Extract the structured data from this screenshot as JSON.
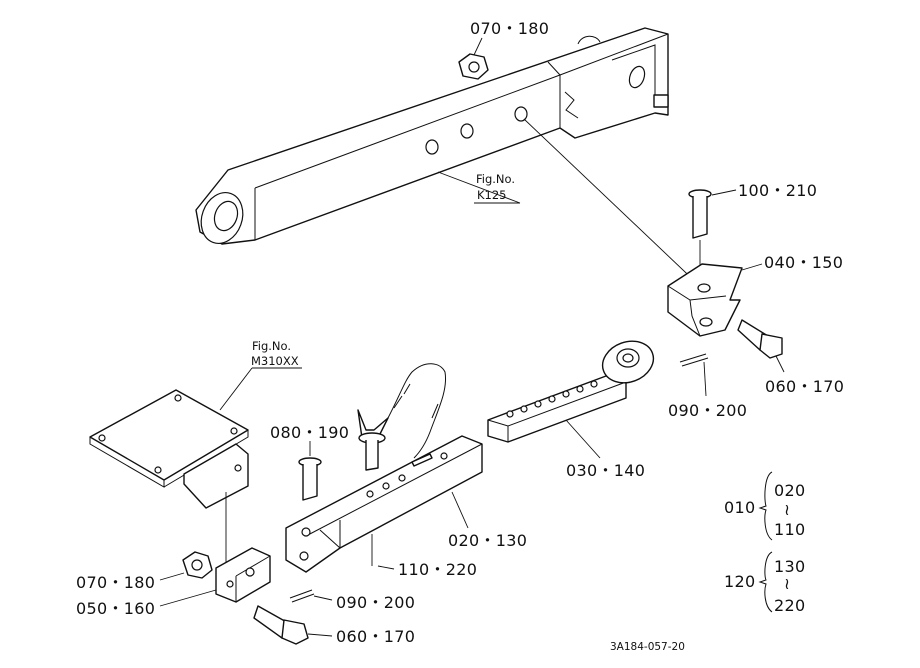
{
  "callouts": {
    "nut_top": "070・180",
    "figno_k125_title": "Fig.No.",
    "figno_k125_value": "K125",
    "pin_top": "100・210",
    "bracket": "040・150",
    "bolt_right": "060・170",
    "cotter_right": "090・200",
    "rod_inner": "030・140",
    "figno_m310_title": "Fig.No.",
    "figno_m310_value": "M310XX",
    "pin_left": "080・190",
    "tube": "020・130",
    "chain_pin": "110・220",
    "nut_bottom": "070・180",
    "clevis": "050・160",
    "cotter_bottom": "090・200",
    "bolt_bottom": "060・170"
  },
  "legend": {
    "group_a_code": "010",
    "group_a_from": "020",
    "group_a_to": "110",
    "group_b_code": "120",
    "group_b_from": "130",
    "group_b_to": "220",
    "range_mark": "≀"
  },
  "drawing_code": "3A184-057-20"
}
